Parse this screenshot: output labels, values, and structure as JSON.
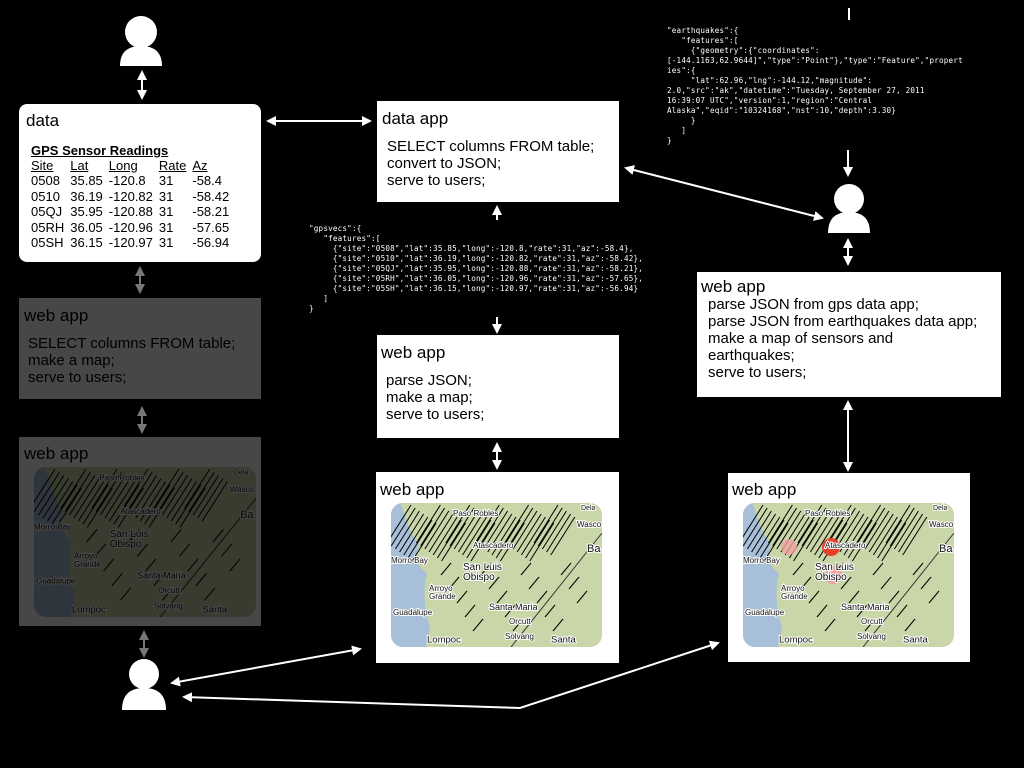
{
  "data_box": {
    "title": "data",
    "table_caption": "GPS Sensor Readings",
    "columns": [
      "Site",
      "Lat",
      "Long",
      "Rate",
      "Az"
    ],
    "rows": [
      [
        "0508",
        "35.85",
        "-120.8",
        "31",
        "-58.4"
      ],
      [
        "0510",
        "36.19",
        "-120.82",
        "31",
        "-58.42"
      ],
      [
        "05QJ",
        "35.95",
        "-120.88",
        "31",
        "-58.21"
      ],
      [
        "05RH",
        "36.05",
        "-120.96",
        "31",
        "-57.65"
      ],
      [
        "05SH",
        "36.15",
        "-120.97",
        "31",
        "-56.94"
      ]
    ]
  },
  "web_app_faded_1": {
    "title": "web app",
    "lines": "SELECT columns FROM table;\nmake a map;\nserve to users;"
  },
  "web_app_faded_2": {
    "title": "web app"
  },
  "data_app": {
    "title": "data app",
    "lines": "SELECT columns FROM table;\nconvert to JSON;\nserve to users;"
  },
  "web_app_middle": {
    "title": "web app",
    "lines": "parse JSON;\nmake a map;\nserve to users;"
  },
  "web_app_map_middle": {
    "title": "web app"
  },
  "web_app_right": {
    "title": "web app",
    "lines": "parse JSON from gps data app;\nparse JSON from earthquakes data app;\nmake a map of sensors and\nearthquakes;\nserve to users;"
  },
  "web_app_map_right": {
    "title": "web app"
  },
  "gpsvecs_json": "\"gpsvecs\":{\n   \"features\":[\n     {\"site\":\"0508\",\"lat\":35.85,\"long\":-120.8,\"rate\":31,\"az\":-58.4},\n     {\"site\":\"0510\",\"lat\":36.19,\"long\":-120.82,\"rate\":31,\"az\":-58.42},\n     {\"site\":\"05QJ\",\"lat\":35.95,\"long\":-120.88,\"rate\":31,\"az\":-58.21},\n     {\"site\":\"05RH\",\"lat\":36.05,\"long\":-120.96,\"rate\":31,\"az\":-57.65},\n     {\"site\":\"05SH\",\"lat\":36.15,\"long\":-120.97,\"rate\":31,\"az\":-56.94}\n   ]\n}",
  "earthquakes_json": "\"earthquakes\":{\n   \"features\":[\n     {\"geometry\":{\"coordinates\":\n[-144.1163,62.9644]\",\"type\":\"Point\"},\"type\":\"Feature\",\"propert\nies\":{\n     \"lat\":62.96,\"lng\":-144.12,\"magnitude\":\n2.0,\"src\":\"ak\",\"datetime\":\"Tuesday, September 27, 2011\n16:39:07 UTC\",\"version\":1,\"region\":\"Central\nAlaska\",\"eqid\":\"10324168\",\"nst\":10,\"depth\":3.30}\n     }\n   ]\n}",
  "map_labels": {
    "morro_bay": "Morro Bay",
    "paso_robles": "Paso Robles",
    "atascadero": "Atascadero",
    "san_luis_obispo": "San Luis\nObispo",
    "arroyo_grande": "Arroyo\nGrande",
    "guadalupe": "Guadalupe",
    "santa_maria": "Santa Maria",
    "orcutt": "Orcutt",
    "lompoc": "Lompoc",
    "solvang": "Solvang",
    "santa": "Santa",
    "wasco": "Wasco",
    "delano": "Dela",
    "bakersfield": "Ba"
  },
  "colors": {
    "background": "#000000",
    "box": "#ffffff",
    "ocean": "#a7bfd9",
    "land": "#c9d6a8",
    "earthquake_large": "#e8412a",
    "earthquake_small": "#f2a3a3"
  }
}
